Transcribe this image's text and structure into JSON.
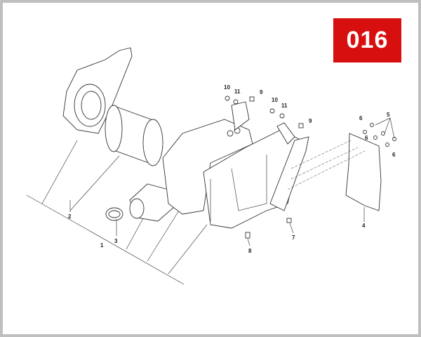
{
  "diagram": {
    "page_number": "016",
    "badge_color": "#d7100f",
    "callouts": [
      "1",
      "2",
      "3",
      "4",
      "5",
      "6",
      "6",
      "6",
      "7",
      "8",
      "9",
      "9",
      "10",
      "10",
      "11",
      "11"
    ]
  }
}
